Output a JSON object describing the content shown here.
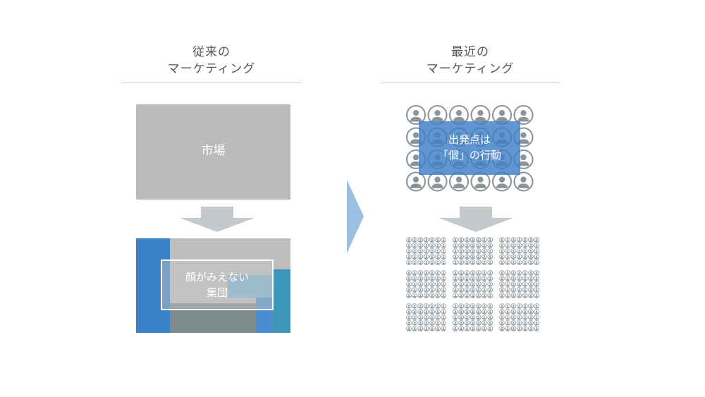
{
  "left": {
    "title_line1": "従来の",
    "title_line2": "マーケティング",
    "market_label": "市場",
    "group_label_line1": "顔がみえない",
    "group_label_line2": "集団"
  },
  "right": {
    "title_line1": "最近の",
    "title_line2": "マーケティング",
    "individual_label_line1": "出発点は",
    "individual_label_line2": "「個」の行動"
  },
  "colors": {
    "market_gray": "#bbbbbb",
    "arrow_gray": "#c4c9cb",
    "blue_dark": "#3a82c8",
    "teal": "#3c96b8",
    "person_gray": "#8c9499",
    "overlay_blue": "#3e7ec6",
    "center_arrow": "#9bbfe0"
  }
}
